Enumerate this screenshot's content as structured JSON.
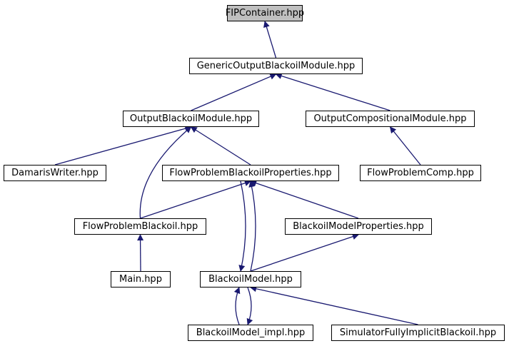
{
  "diagram": {
    "colors": {
      "edge": "#191970",
      "root_fill": "#bfbfbf",
      "node_border": "#000000"
    },
    "nodes": {
      "fip_container": "FIPContainer.hpp",
      "generic_output": "GenericOutputBlackoilModule.hpp",
      "output_blackoil": "OutputBlackoilModule.hpp",
      "output_compositional": "OutputCompositionalModule.hpp",
      "damaris_writer": "DamarisWriter.hpp",
      "flow_problem_blackoil_properties": "FlowProblemBlackoilProperties.hpp",
      "flow_problem_comp": "FlowProblemComp.hpp",
      "flow_problem_blackoil": "FlowProblemBlackoil.hpp",
      "blackoil_model_properties": "BlackoilModelProperties.hpp",
      "main": "Main.hpp",
      "blackoil_model": "BlackoilModel.hpp",
      "blackoil_model_impl": "BlackoilModel_impl.hpp",
      "simulator_fully_implicit": "SimulatorFullyImplicitBlackoil.hpp"
    },
    "edges": [
      [
        "generic_output",
        "fip_container"
      ],
      [
        "output_blackoil",
        "generic_output"
      ],
      [
        "output_compositional",
        "generic_output"
      ],
      [
        "damaris_writer",
        "output_blackoil"
      ],
      [
        "flow_problem_blackoil",
        "output_blackoil"
      ],
      [
        "flow_problem_blackoil_properties",
        "output_blackoil"
      ],
      [
        "flow_problem_comp",
        "output_compositional"
      ],
      [
        "flow_problem_blackoil",
        "flow_problem_blackoil_properties"
      ],
      [
        "blackoil_model",
        "flow_problem_blackoil_properties"
      ],
      [
        "blackoil_model_properties",
        "flow_problem_blackoil_properties"
      ],
      [
        "flow_problem_blackoil_properties",
        "blackoil_model"
      ],
      [
        "main",
        "flow_problem_blackoil"
      ],
      [
        "blackoil_model",
        "blackoil_model_properties"
      ],
      [
        "blackoil_model_impl",
        "blackoil_model"
      ],
      [
        "blackoil_model",
        "blackoil_model_impl"
      ],
      [
        "simulator_fully_implicit",
        "blackoil_model"
      ]
    ]
  }
}
